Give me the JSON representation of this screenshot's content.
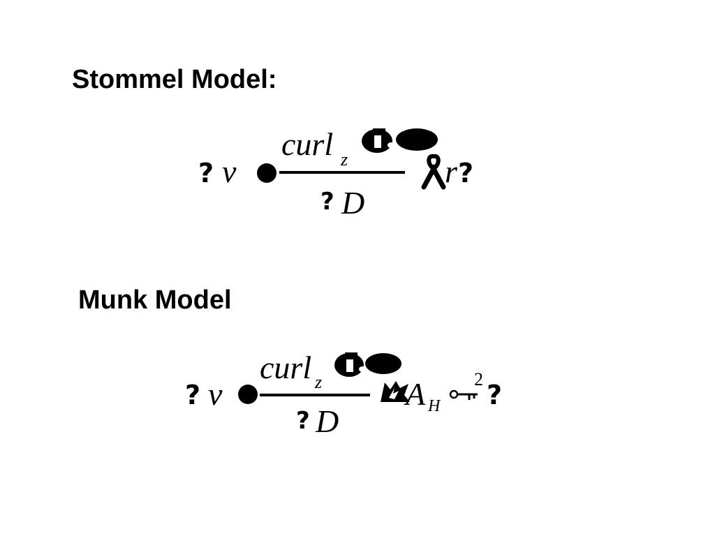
{
  "slide": {
    "stommel": {
      "heading": "Stommel Model:",
      "equation": {
        "lhs_mark": "?",
        "lhs_var": "v",
        "numerator_text": "curl",
        "numerator_sub": "z",
        "denominator_mark": "?",
        "denominator_var": "D",
        "rhs_var": "r",
        "rhs_mark": "?"
      }
    },
    "munk": {
      "heading": "Munk Model",
      "equation": {
        "lhs_mark": "?",
        "lhs_var": "v",
        "numerator_text": "curl",
        "numerator_sub": "z",
        "denominator_mark": "?",
        "denominator_var": "D",
        "rhs_var": "A",
        "rhs_sub": "H",
        "rhs_power": "2",
        "rhs_mark": "?"
      }
    },
    "icon_names": [
      "equals-dot-icon",
      "tau-icon",
      "minus-ribbon-icon",
      "sign-burst-icon",
      "nabla-key-icon"
    ]
  }
}
